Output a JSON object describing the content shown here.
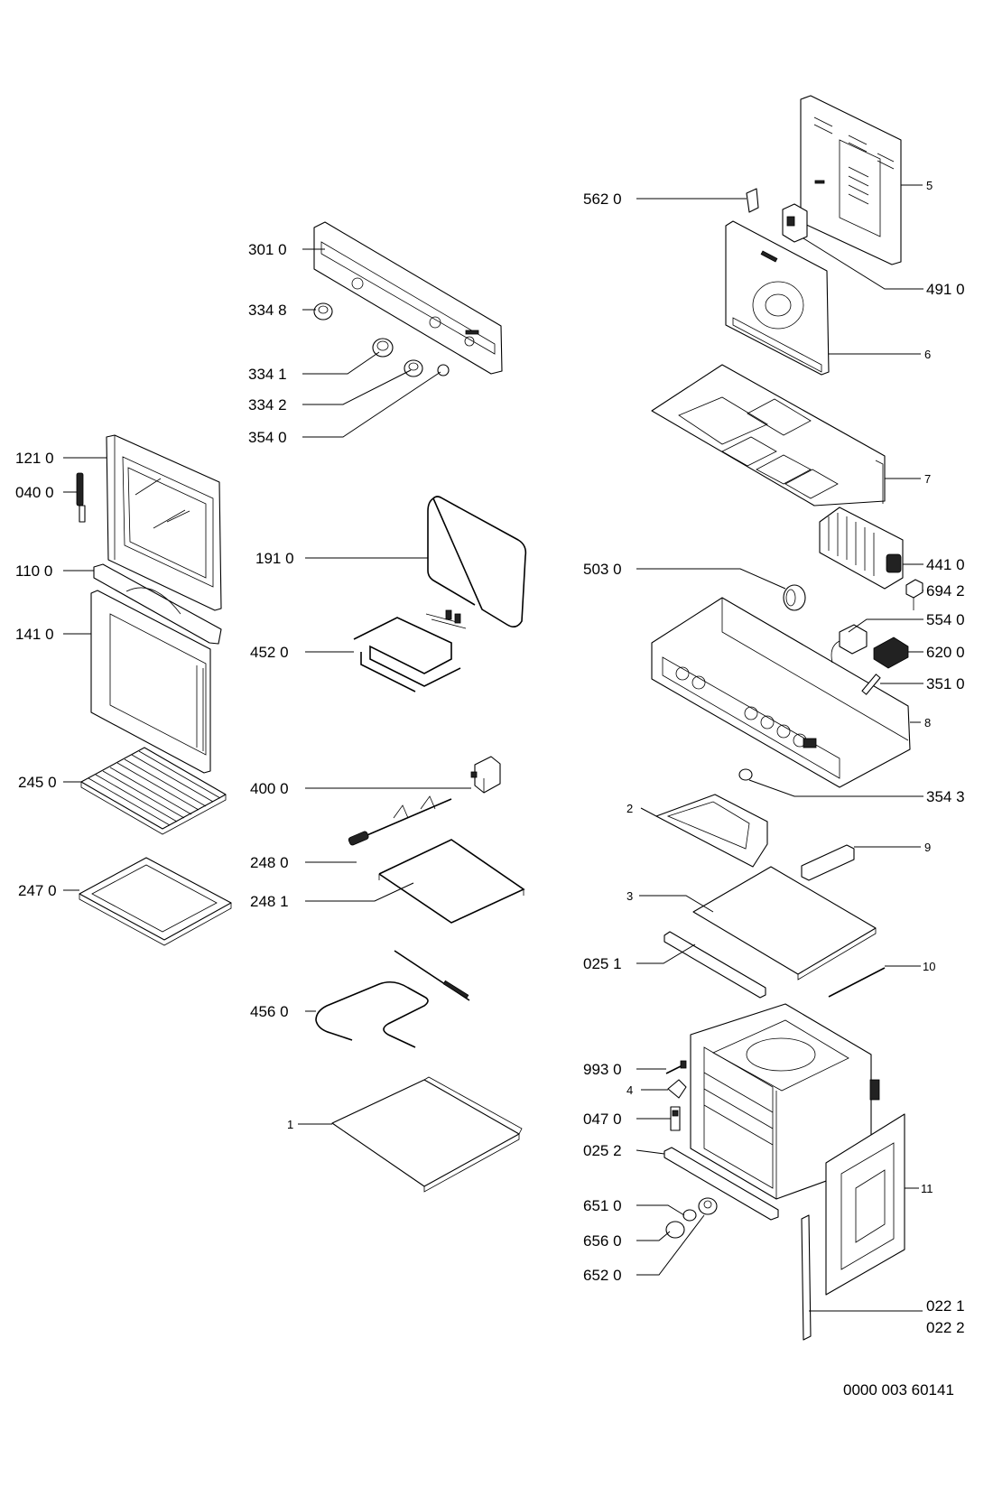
{
  "document_code": "0000 003 60141",
  "labels": {
    "p3010": "301 0",
    "p3348": "334 8",
    "p3341": "334 1",
    "p3342": "334 2",
    "p3540": "354 0",
    "p1210": "121 0",
    "p0400": "040 0",
    "p1100": "110 0",
    "p1410": "141 0",
    "p1910": "191 0",
    "p4520": "452 0",
    "p2450": "245 0",
    "p4000": "400 0",
    "p2480": "248 0",
    "p2481": "248 1",
    "p2470": "247 0",
    "p4560": "456 0",
    "p1": "1",
    "p5620": "562 0",
    "p5": "5",
    "p4910": "491 0",
    "p6": "6",
    "p7": "7",
    "p4410": "441 0",
    "p5030": "503 0",
    "p6942": "694 2",
    "p5540": "554 0",
    "p6200": "620 0",
    "p3510": "351 0",
    "p8": "8",
    "p3543": "354 3",
    "p2": "2",
    "p9": "9",
    "p3": "3",
    "p0251": "025 1",
    "p10": "10",
    "p9930": "993 0",
    "p4": "4",
    "p0470": "047 0",
    "p0252": "025 2",
    "p6510": "651 0",
    "p6560": "656 0",
    "p6520": "652 0",
    "p11": "11",
    "p0221": "022 1",
    "p0222": "022 2"
  }
}
